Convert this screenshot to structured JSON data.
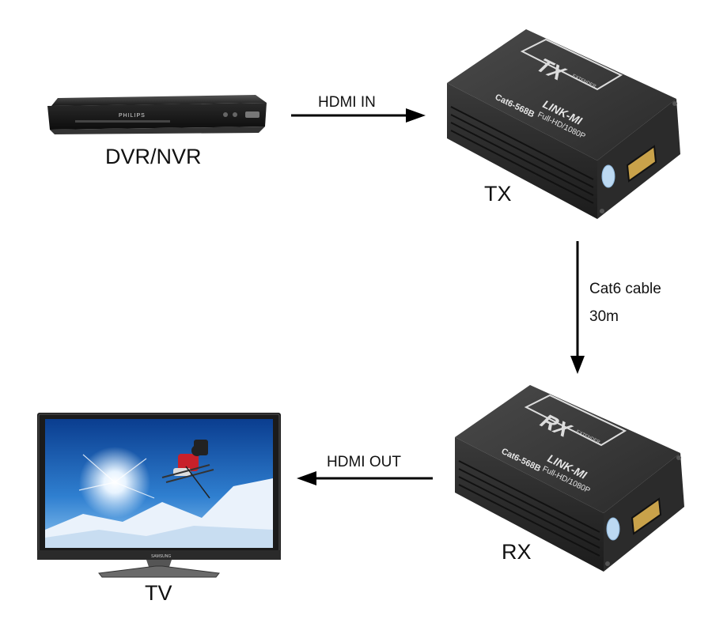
{
  "devices": {
    "source_label": "DVR/NVR",
    "source_brand": "PHILIPS",
    "tx_label": "TX",
    "rx_label": "RX",
    "display_label": "TV",
    "display_brand": "SAMSUNG"
  },
  "links": {
    "hdmi_in": "HDMI IN",
    "cable_line1": "Cat6 cable",
    "cable_line2": "30m",
    "hdmi_out": "HDMI OUT"
  },
  "tx_unit": {
    "badge": "TX",
    "badge_sub": "EXTENDER",
    "model": "Cat6-568B",
    "brand": "LINK-MI",
    "resolution": "Full-HD/1080P"
  },
  "rx_unit": {
    "badge": "RX",
    "badge_sub": "EXTENDER",
    "model": "Cat6-568B",
    "brand": "LINK-MI",
    "resolution": "Full-HD/1080P"
  },
  "colors": {
    "device_body": "#2e2e2e",
    "arrow": "#000000",
    "hdmi_port": "#c9a24a",
    "sky": "#2f7fd0",
    "snow": "#eaf2fb"
  }
}
